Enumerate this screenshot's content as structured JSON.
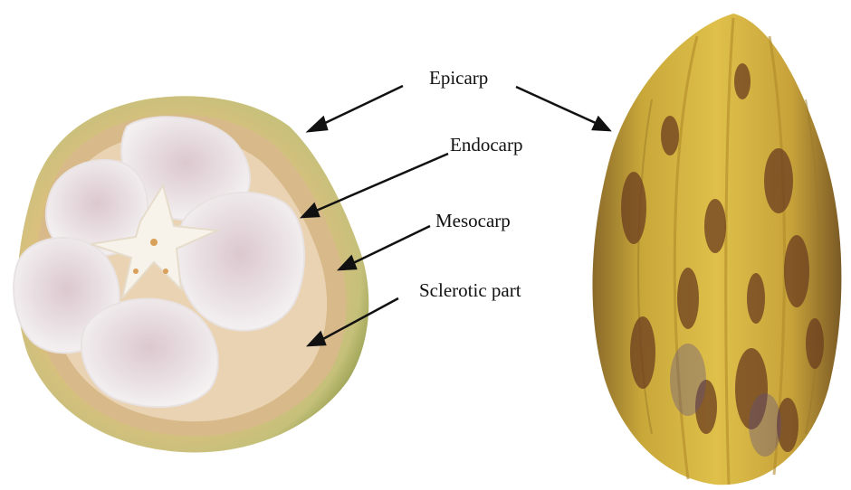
{
  "labels": {
    "epicarp": "Epicarp",
    "endocarp": "Endocarp",
    "mesocarp": "Mesocarp",
    "sclerotic": "Sclerotic part"
  },
  "colors": {
    "background": "#ffffff",
    "text": "#111111",
    "arrow": "#111111",
    "rind_green": "#a6ad5c",
    "mesocarp_tan": "#d8b98a",
    "endocarp_tan": "#e5c8a0",
    "seed_white": "#f1eeee",
    "seed_pink": "#d9c6cc",
    "pod_yellow": "#d7b43a",
    "pod_brown": "#6b3d1f"
  }
}
